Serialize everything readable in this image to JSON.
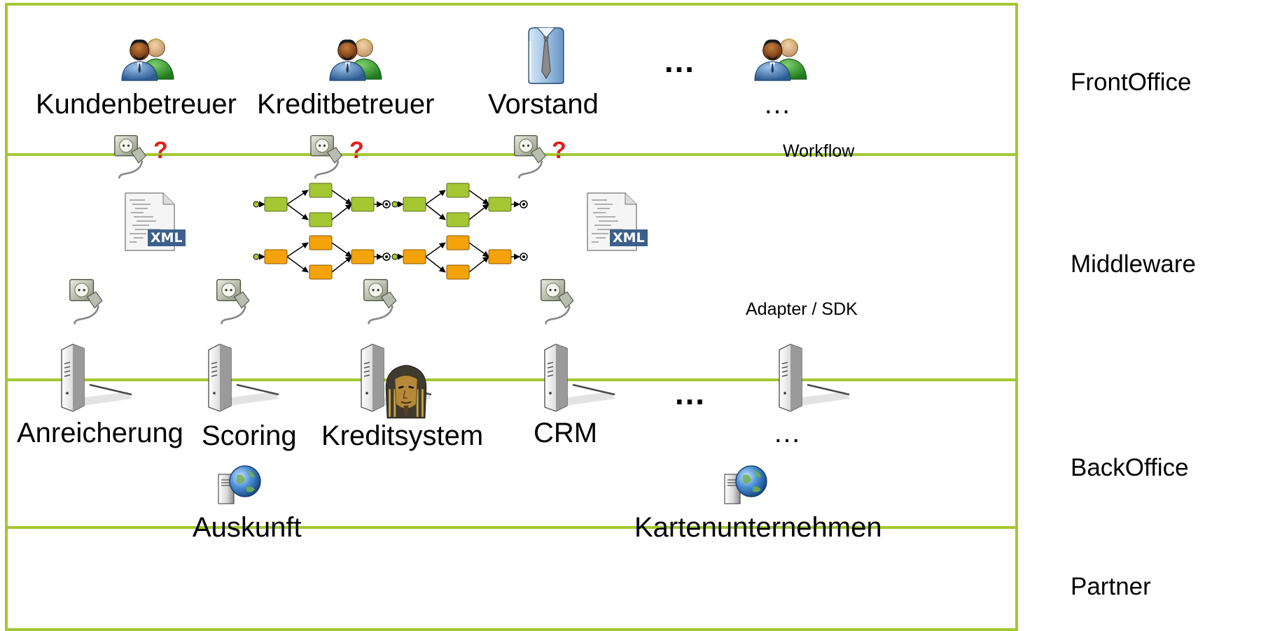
{
  "layers": {
    "frontoffice": "FrontOffice",
    "middleware": "Middleware",
    "backoffice": "BackOffice",
    "partner": "Partner"
  },
  "frontoffice": {
    "actors": [
      "Kundenbetreuer",
      "Kreditbetreuer",
      "Vorstand",
      "…"
    ],
    "more": "…"
  },
  "middleware": {
    "workflow_label": "Workflow",
    "adapter_label": "Adapter / SDK",
    "xml_label": "XML",
    "question_mark": "?"
  },
  "backoffice": {
    "systems": [
      "Anreicherung",
      "Scoring",
      "Kreditsystem",
      "CRM",
      "…"
    ],
    "more": "…"
  },
  "partner": {
    "items": [
      "Auskunft",
      "Kartenunternehmen"
    ]
  },
  "colors": {
    "border": "#a4c733",
    "green_box": "#a4c733",
    "orange_box": "#f5a30a",
    "question": "#e0201b"
  }
}
